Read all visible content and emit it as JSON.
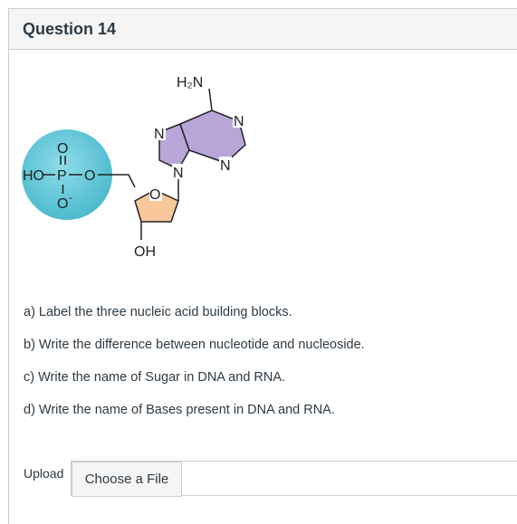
{
  "question": {
    "title": "Question 14"
  },
  "figure": {
    "phosphate": {
      "ho": "HO",
      "p": "P",
      "o_top": "O",
      "o_bottom": "O",
      "o_link": "O",
      "charge": "-"
    },
    "sugar": {
      "ring_o": "O",
      "oh": "OH"
    },
    "base": {
      "amine": "H₂N",
      "n1": "N",
      "n2": "N",
      "n3": "N",
      "n4": "N"
    },
    "colors": {
      "phosphate": "#5bc4d6",
      "sugar": "#f8c89a",
      "base": "#b9a6d8"
    }
  },
  "prompts": [
    "a) Label the three nucleic acid building blocks.",
    "b) Write the difference between nucleotide and nucleoside.",
    "c) Write the name of Sugar in DNA and RNA.",
    "d) Write the name of Bases present in DNA and RNA."
  ],
  "upload": {
    "label": "Upload",
    "button_label": "Choose a File"
  }
}
